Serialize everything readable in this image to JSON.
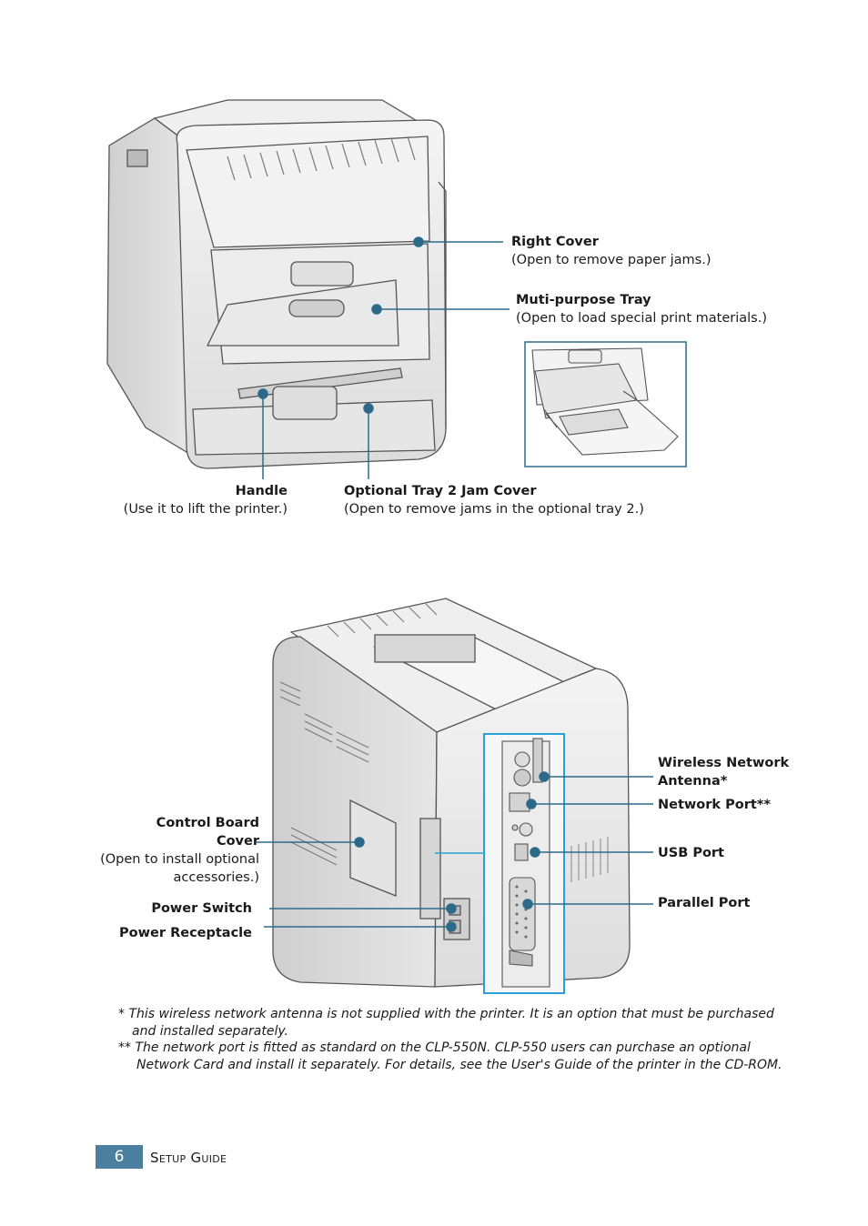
{
  "front_view": {
    "right_cover": {
      "name": "Right Cover",
      "desc": "(Open to remove paper jams.)"
    },
    "mp_tray": {
      "name": "Muti-purpose Tray",
      "desc": "(Open to load special print materials.)"
    },
    "handle": {
      "name": "Handle",
      "desc": "(Use it to lift the printer.)"
    },
    "tray2": {
      "name": "Optional Tray 2 Jam Cover",
      "desc": "(Open to remove jams in the optional tray 2.)"
    }
  },
  "rear_view": {
    "control_board": {
      "name_line1": "Control Board",
      "name_line2": "Cover",
      "desc_line1": "(Open to install optional",
      "desc_line2": "accessories.)"
    },
    "power_switch": {
      "name": "Power Switch"
    },
    "power_receptacle": {
      "name": "Power Receptacle"
    },
    "antenna": {
      "name_line1": "Wireless Network",
      "name_line2": "Antenna*"
    },
    "network_port": {
      "name": "Network Port**"
    },
    "usb_port": {
      "name": "USB Port"
    },
    "parallel_port": {
      "name": "Parallel Port"
    }
  },
  "footnotes": {
    "note1_line1": "* This wireless network antenna is not supplied with the printer. It is an option that must be purchased",
    "note1_line2": "and installed separately.",
    "note2_line1": "** The network port is fitted as standard on the CLP-550N. CLP-550 users can purchase an optional",
    "note2_line2": "Network Card and install it separately. For details, see the User's Guide of the printer in the CD-ROM."
  },
  "footer": {
    "page_number": "6",
    "section": "Setup Guide"
  },
  "colors": {
    "callout": "#2d6a8a",
    "accent": "#4a7fa0",
    "panel_border": "#2aa0d8"
  }
}
